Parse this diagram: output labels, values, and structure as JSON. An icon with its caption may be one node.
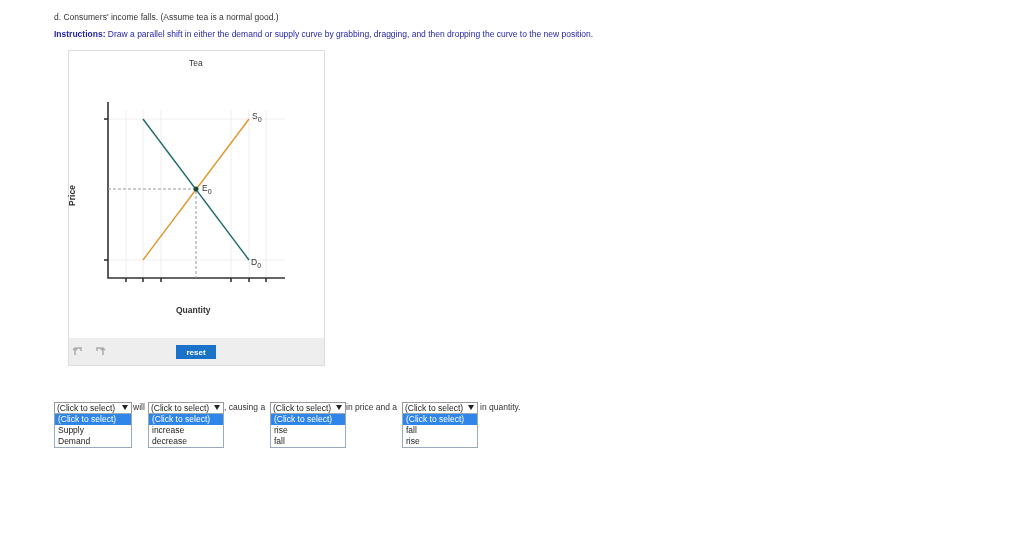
{
  "diagram": {
    "labels": [
      "d. Consumers' income falls. (Assume tea is a normal good.)",
      "**Instructions:** Draw a parallel shift in either the demand or supply curve by grabbing, dragging, and then dropping the curve to the new position.",
      "Tea",
      "S$_{0}$",
      "E$_{0}$",
      "Price",
      "D$_{0}$",
      "Quantity",
      "reset",
      "(Click to select)",
      "will",
      "(Click to select)",
      ", causing a",
      "(Click to select)",
      "in price and a",
      "(Click to select)",
      "in quantity.",
      "(Click to select)",
      "Supply",
      "Demand",
      "(Click to select)",
      "increase",
      "decrease",
      "(Click to select)",
      "rise",
      "fall",
      "(Click to select)",
      "fall",
      "rise"
    ]
  }
}
